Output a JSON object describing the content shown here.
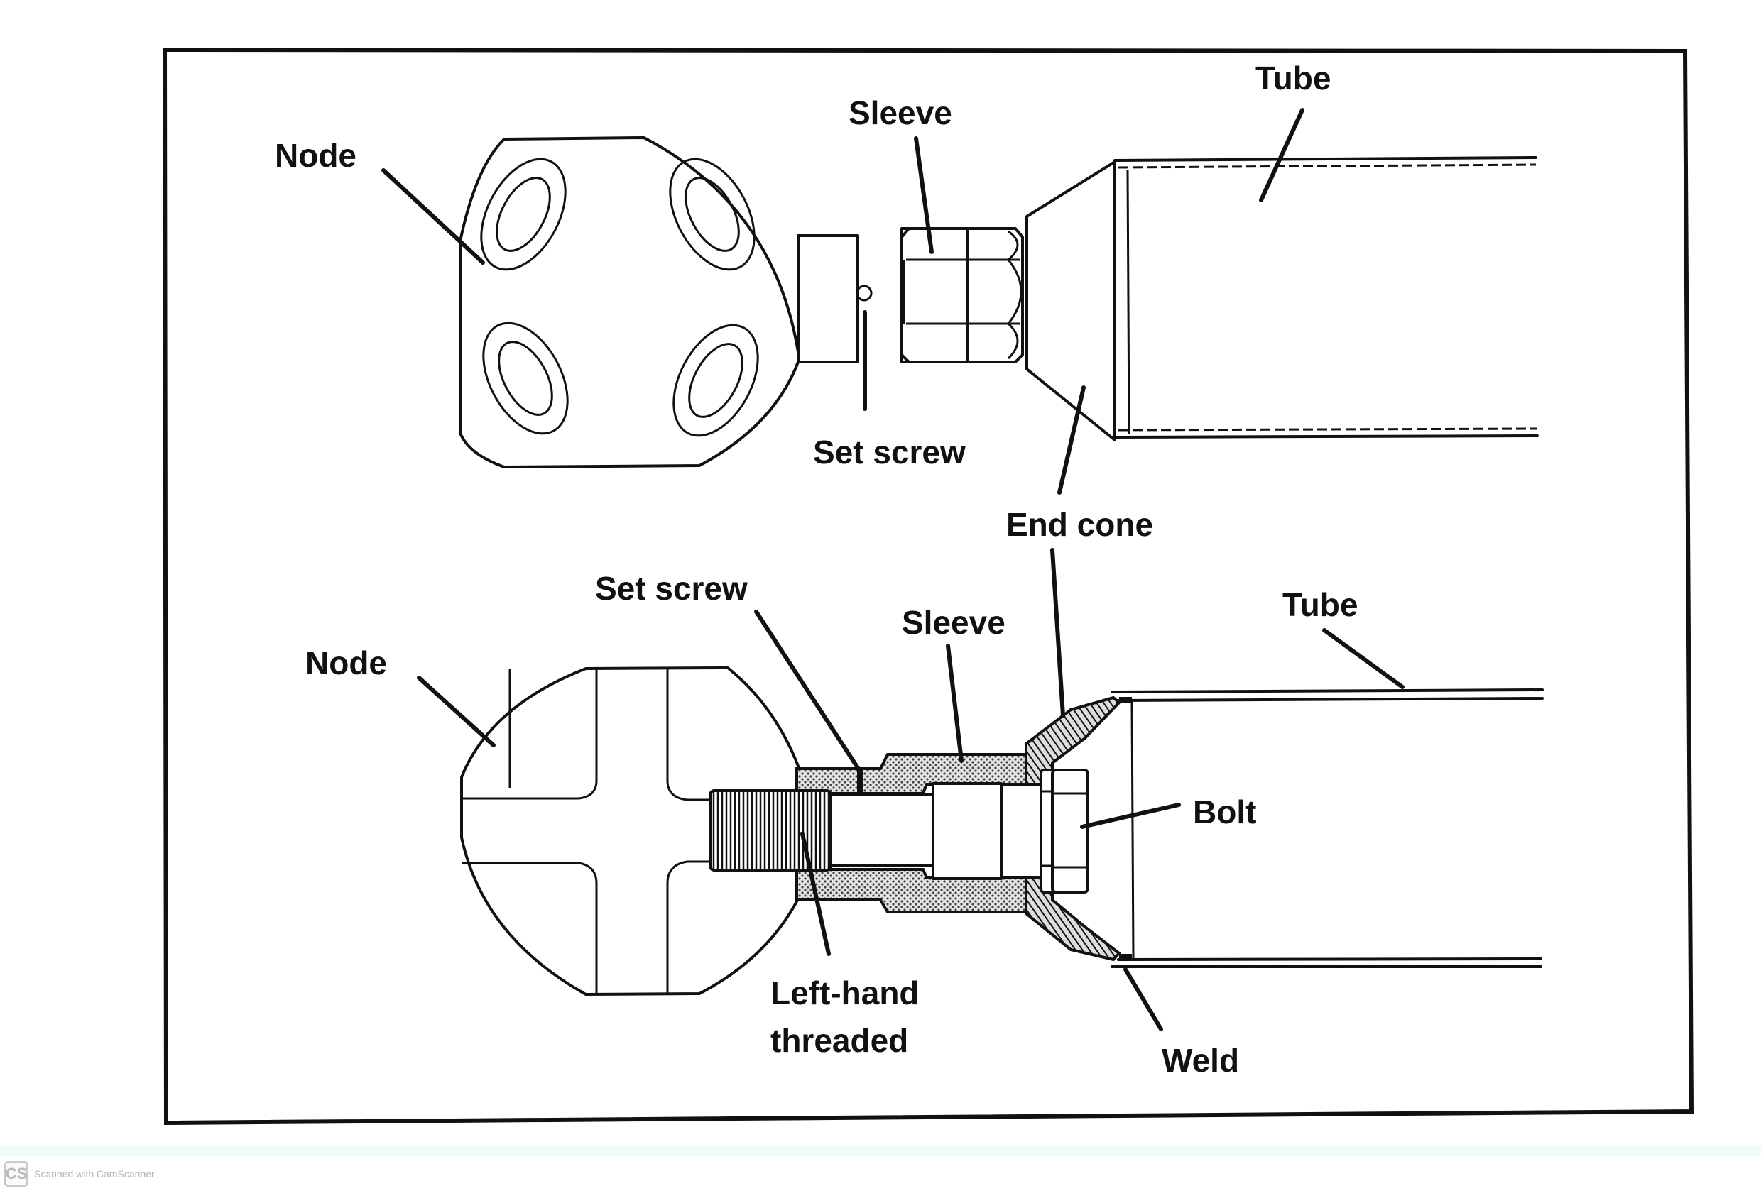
{
  "diagram": {
    "title": "Node-to-tube connection (exterior view and cross-section)",
    "top_view": {
      "labels": {
        "node": "Node",
        "sleeve": "Sleeve",
        "tube": "Tube",
        "set_screw": "Set screw",
        "end_cone": "End cone"
      }
    },
    "section_view": {
      "labels": {
        "set_screw": "Set screw",
        "sleeve": "Sleeve",
        "tube": "Tube",
        "node": "Node",
        "bolt": "Bolt",
        "left_hand_threaded_line1": "Left-hand",
        "left_hand_threaded_line2": "threaded",
        "weld": "Weld"
      }
    }
  },
  "watermark": {
    "logo": "CS",
    "text": "Scanned with CamScanner"
  },
  "colors": {
    "line": "#111111",
    "background": "#ffffff",
    "stipple_fill": "#bdbdbd",
    "hatch_fill": "#555555",
    "watermark_text": "#b3b3b3"
  }
}
